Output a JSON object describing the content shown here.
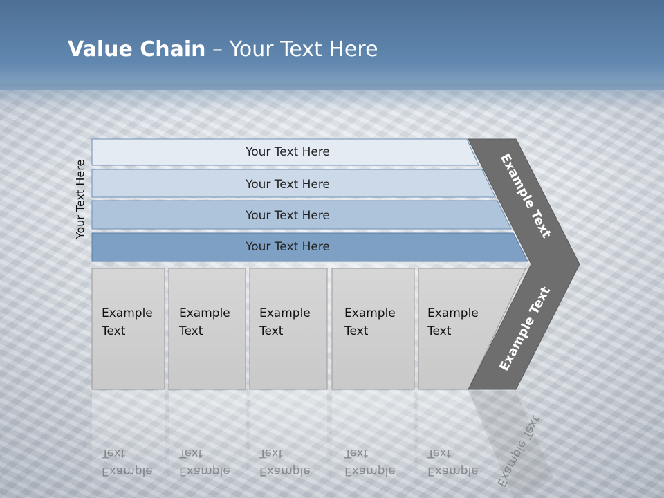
{
  "title": {
    "bold": "Value Chain",
    "rest": " – Your Text Here"
  },
  "side_label": "Your Text Here",
  "bars": [
    {
      "label": "Your Text Here",
      "fill": "#e4ebf3"
    },
    {
      "label": "Your Text Here",
      "fill": "#cbd9e8"
    },
    {
      "label": "Your Text Here",
      "fill": "#aec4db"
    },
    {
      "label": "Your Text Here",
      "fill": "#7da0c4"
    }
  ],
  "boxes": [
    {
      "line1": "Example",
      "line2": "Text"
    },
    {
      "line1": "Example",
      "line2": "Text"
    },
    {
      "line1": "Example",
      "line2": "Text"
    },
    {
      "line1": "Example",
      "line2": "Text"
    },
    {
      "line1": "Example",
      "line2": "Text"
    }
  ],
  "chevron": {
    "upper_label": "Example Text",
    "lower_label": "Example Text"
  },
  "colors": {
    "header": "#5a80a8",
    "chevron": "#6e6e6e",
    "box": "#cfcfcf",
    "box_border": "#9a9a9a"
  }
}
